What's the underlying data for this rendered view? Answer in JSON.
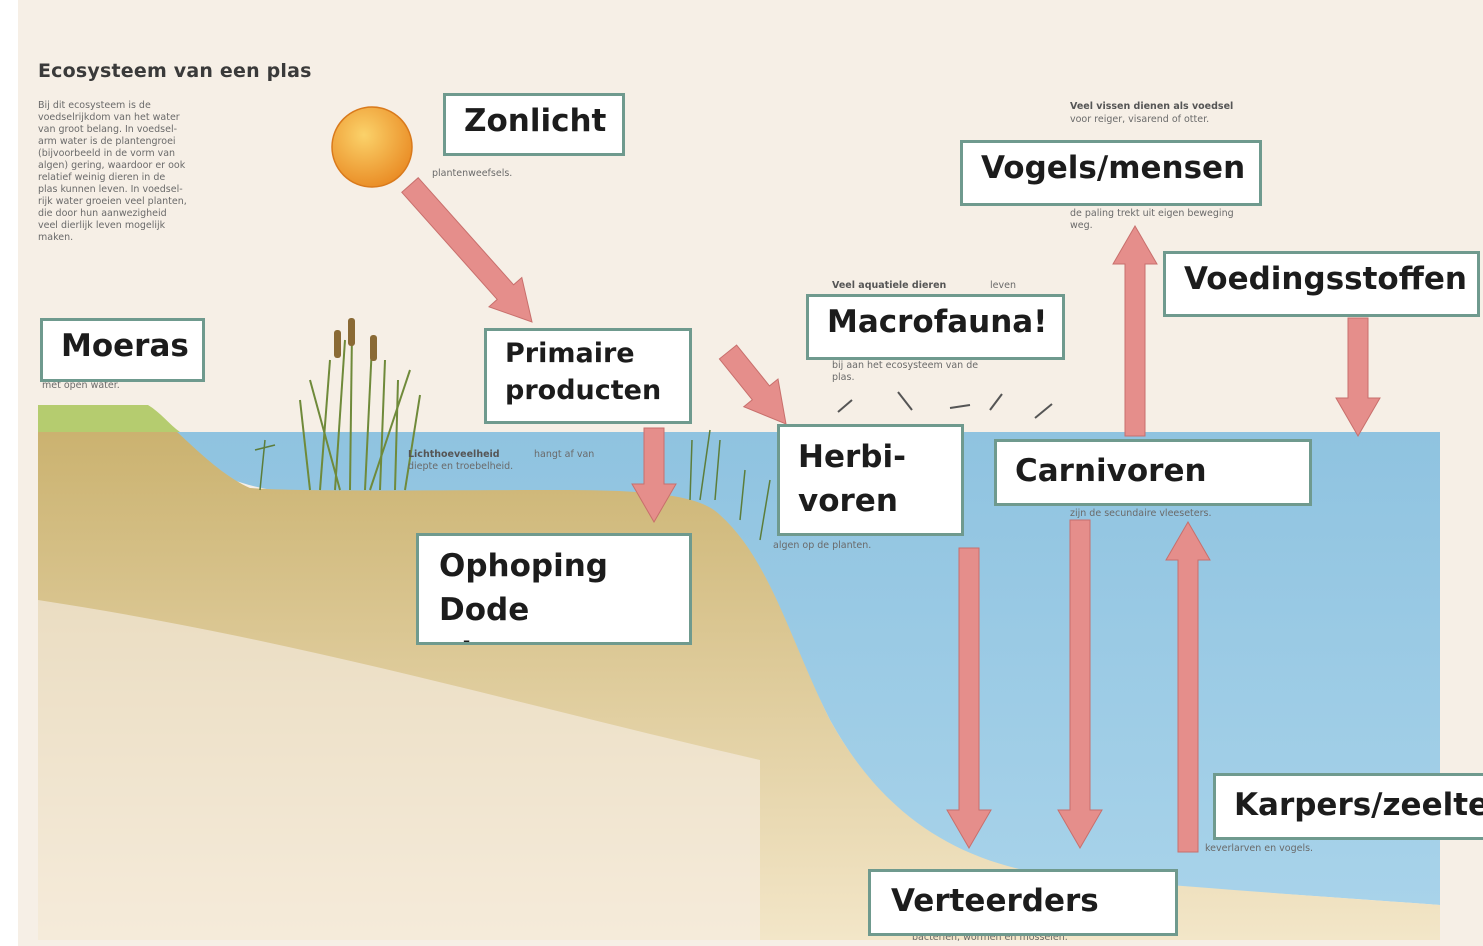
{
  "page": {
    "title": "Ecosysteem van een plas",
    "intro": "Bij dit ecosysteem is de\nvoedselrijkdom van het water\nvan groot belang. In voedsel-\narm water is de plantengroei\n(bijvoorbeeld in de vorm van\nalgen) gering, waardoor er ook\nrelatief weinig dieren in de\nplas kunnen leven. In voedsel-\nrijk water groeien veel planten,\ndie door hun aanwezigheid\nveel dierlijk leven mogelijk\nmaken.",
    "fish_heading": "Veel vissen dienen als voedsel",
    "fish_text": "voor reiger, visarend of otter.",
    "fish_tail": "de paling trekt uit eigen beweging\nweg.",
    "aquatic_heading": "Veel aquatiele dieren",
    "aquatic_heading_tail": "leven",
    "aquatic_text": "bij aan het ecosysteem van de\nplas.",
    "light_heading": "Lichthoeveelheid",
    "light_text": "hangt af van\ndiepte en troebelheid.",
    "plant_text": "plantenweefsels.",
    "secondary_text": "zijn de secundaire vleeseters.",
    "algae_text": "algen op de planten.",
    "bottom_text": "keverlarven en vogels.",
    "moeras_text": "met open water.",
    "foot_text": "bacterien, wormen en mosselen."
  },
  "labels": {
    "zonlicht": "Zonlicht",
    "vogels": "Vogels/mensen",
    "voedingsstoffen": "Voedingsstoffen",
    "moeras": "Moeras",
    "primaire": "Primaire\nproducten",
    "macrofauna": "Macrofauna!",
    "herbivoren": "Herbi-\nvoren",
    "carnivoren": "Carnivoren",
    "ophoping": "Ophoping\nDode planten",
    "verteerders": "Verteerders",
    "karpers": "Karpers/zeelte"
  },
  "colors": {
    "paper": "#f6efe6",
    "water": "#9dcbe6",
    "land": "#dcc084",
    "grass": "#b5cc6f",
    "arrow": "#e58e8b",
    "label_border": "#6f9a8e",
    "sun": "#f4a23c"
  }
}
